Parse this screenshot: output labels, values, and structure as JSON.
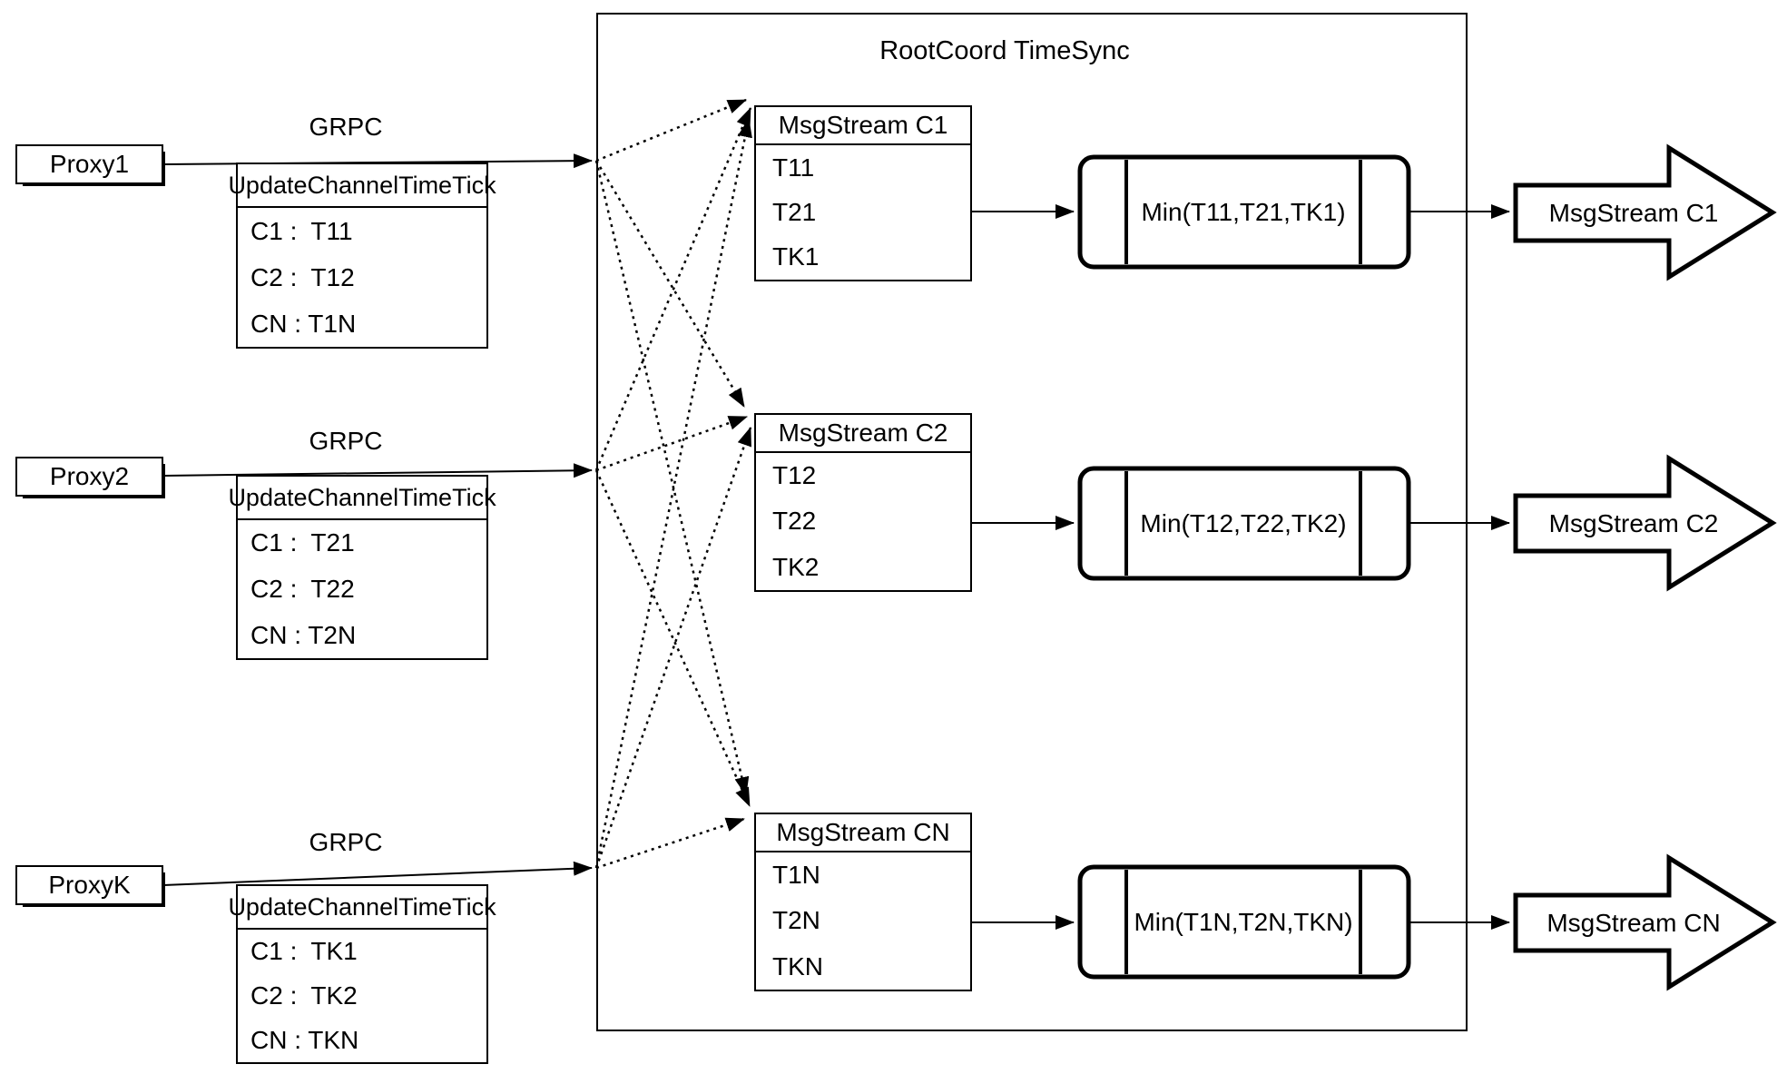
{
  "diagram": {
    "title": "RootCoord TimeSync",
    "colors": {
      "stroke": "#000000",
      "background": "#ffffff"
    },
    "proxies": [
      {
        "name": "Proxy1",
        "protocol": "GRPC",
        "message": {
          "header": "UpdateChannelTimeTick",
          "rows": [
            "C1 :  T11",
            "C2 :  T12",
            "CN : T1N"
          ]
        }
      },
      {
        "name": "Proxy2",
        "protocol": "GRPC",
        "message": {
          "header": "UpdateChannelTimeTick",
          "rows": [
            "C1 :  T21",
            "C2 :  T22",
            "CN : T2N"
          ]
        }
      },
      {
        "name": "ProxyK",
        "protocol": "GRPC",
        "message": {
          "header": "UpdateChannelTimeTick",
          "rows": [
            "C1 :  TK1",
            "C2 :  TK2",
            "CN : TKN"
          ]
        }
      }
    ],
    "streams": [
      {
        "table_header": "MsgStream C1",
        "timestamps": [
          "T11",
          "T21",
          "TK1"
        ],
        "min_label": "Min(T11,T21,TK1)",
        "output_label": "MsgStream C1"
      },
      {
        "table_header": "MsgStream C2",
        "timestamps": [
          "T12",
          "T22",
          "TK2"
        ],
        "min_label": "Min(T12,T22,TK2)",
        "output_label": "MsgStream C2"
      },
      {
        "table_header": "MsgStream CN",
        "timestamps": [
          "T1N",
          "T2N",
          "TKN"
        ],
        "min_label": "Min(T1N,T2N,TKN)",
        "output_label": "MsgStream CN"
      }
    ]
  }
}
